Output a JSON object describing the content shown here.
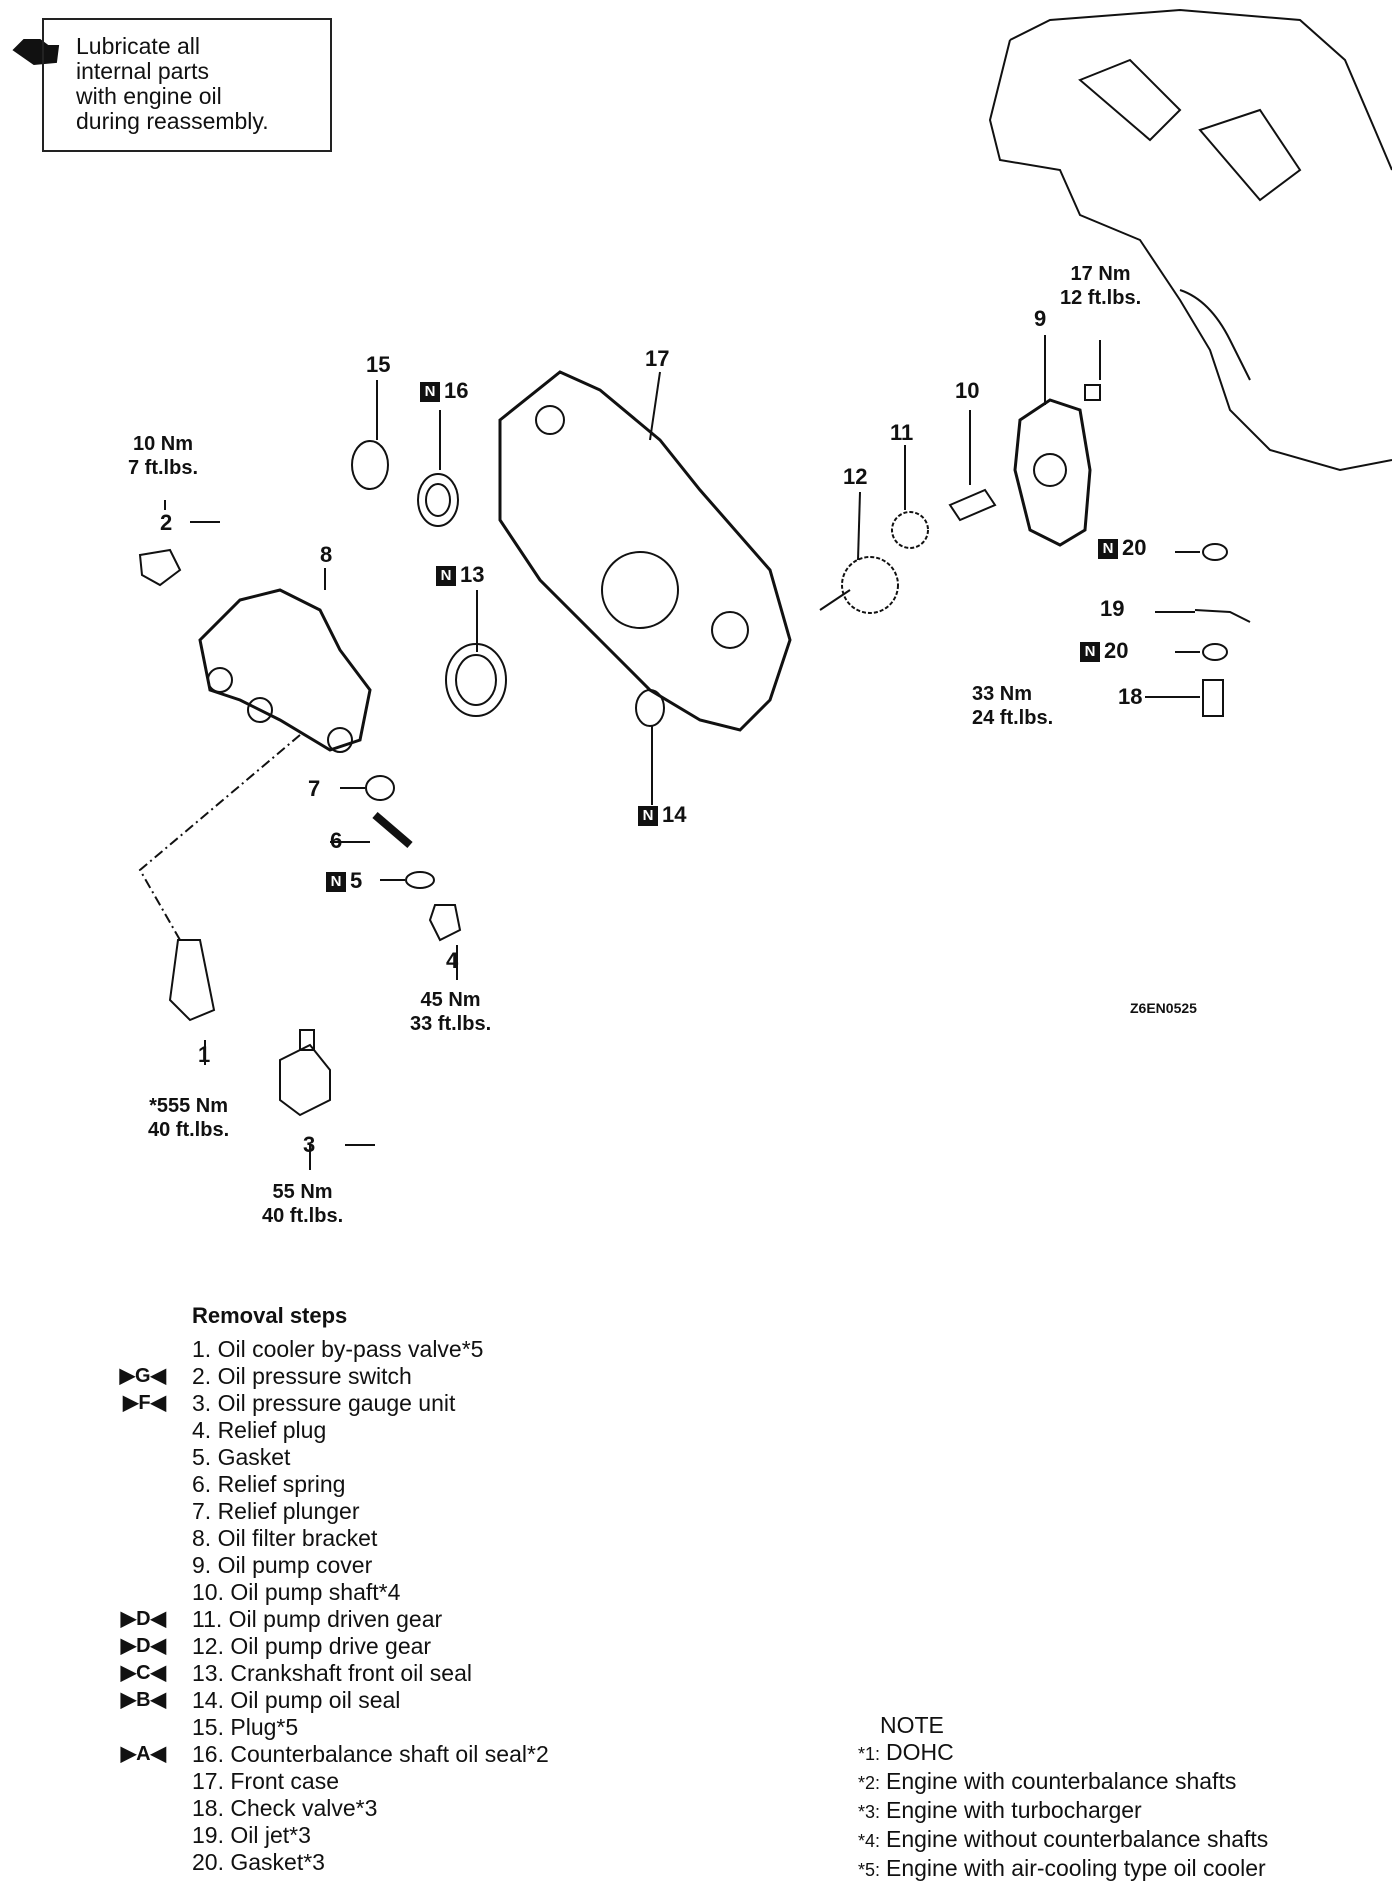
{
  "lube_note": "Lubricate all\ninternal parts\nwith engine oil\nduring reassembly.",
  "figure_code": "Z6EN0525",
  "callouts": {
    "c1": "1",
    "c2": "2",
    "c3": "3",
    "c4": "4",
    "c5": "5",
    "c6": "6",
    "c7": "7",
    "c8": "8",
    "c9": "9",
    "c10": "10",
    "c11": "11",
    "c12": "12",
    "c13": "13",
    "c14": "14",
    "c15": "15",
    "c16": "16",
    "c17": "17",
    "c18": "18",
    "c19": "19",
    "c20a": "20",
    "c20b": "20"
  },
  "new_part_mark": "N",
  "torques": {
    "t2": "10 Nm\n7 ft.lbs.",
    "t9": "17 Nm\n12 ft.lbs.",
    "t18": "33 Nm\n24 ft.lbs.",
    "t4": "45 Nm\n33 ft.lbs.",
    "t1": "*555 Nm\n40 ft.lbs.",
    "t3": "55 Nm\n40 ft.lbs."
  },
  "removal": {
    "title": "Removal steps",
    "steps": [
      {
        "tag": "",
        "text": "1. Oil cooler by-pass valve*5"
      },
      {
        "tag": "▶G◀",
        "text": "2. Oil pressure switch"
      },
      {
        "tag": "▶F◀",
        "text": "3. Oil pressure gauge unit"
      },
      {
        "tag": "",
        "text": "4. Relief plug"
      },
      {
        "tag": "",
        "text": "5. Gasket"
      },
      {
        "tag": "",
        "text": "6. Relief spring"
      },
      {
        "tag": "",
        "text": "7. Relief plunger"
      },
      {
        "tag": "",
        "text": "8. Oil filter bracket"
      },
      {
        "tag": "",
        "text": "9. Oil pump cover"
      },
      {
        "tag": "",
        "text": "10. Oil pump shaft*4"
      },
      {
        "tag": "▶D◀",
        "text": "11. Oil pump driven gear"
      },
      {
        "tag": "▶D◀",
        "text": "12. Oil pump drive gear"
      },
      {
        "tag": "▶C◀",
        "text": "13. Crankshaft front oil seal"
      },
      {
        "tag": "▶B◀",
        "text": "14. Oil pump oil seal"
      },
      {
        "tag": "",
        "text": "15. Plug*5"
      },
      {
        "tag": "▶A◀",
        "text": "16. Counterbalance shaft oil seal*2"
      },
      {
        "tag": "",
        "text": "17. Front case"
      },
      {
        "tag": "",
        "text": "18. Check valve*3"
      },
      {
        "tag": "",
        "text": "19. Oil jet*3"
      },
      {
        "tag": "",
        "text": "20. Gasket*3"
      }
    ]
  },
  "note": {
    "title": "NOTE",
    "items": [
      {
        "key": "*1:",
        "text": "DOHC"
      },
      {
        "key": "*2:",
        "text": "Engine with counterbalance shafts"
      },
      {
        "key": "*3:",
        "text": "Engine with turbocharger"
      },
      {
        "key": "*4:",
        "text": "Engine without counterbalance shafts"
      },
      {
        "key": "*5:",
        "text": "Engine with air-cooling type oil cooler"
      }
    ]
  }
}
